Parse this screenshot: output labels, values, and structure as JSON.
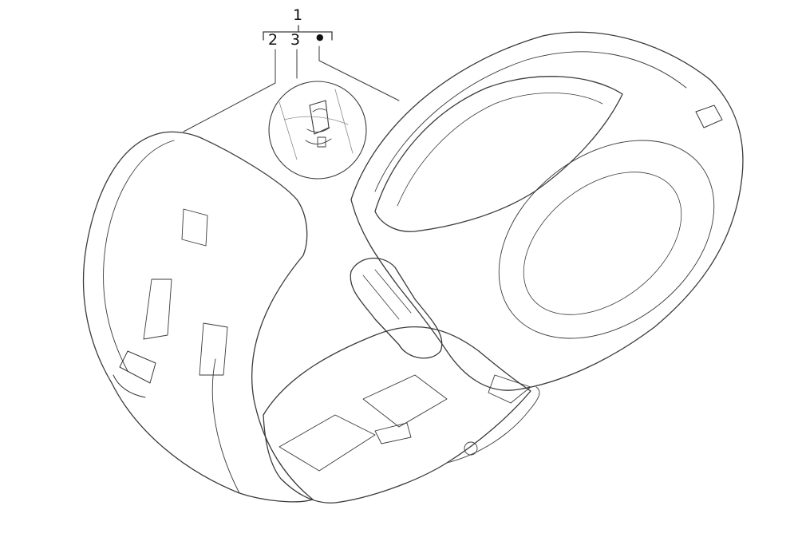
{
  "callouts": {
    "main": "1",
    "sub_a": "2",
    "sub_b": "3"
  },
  "bullet_marker": "●",
  "colors": {
    "line": "#3a3a3a",
    "light_line": "#9a9a9a",
    "bg": "#ffffff"
  }
}
